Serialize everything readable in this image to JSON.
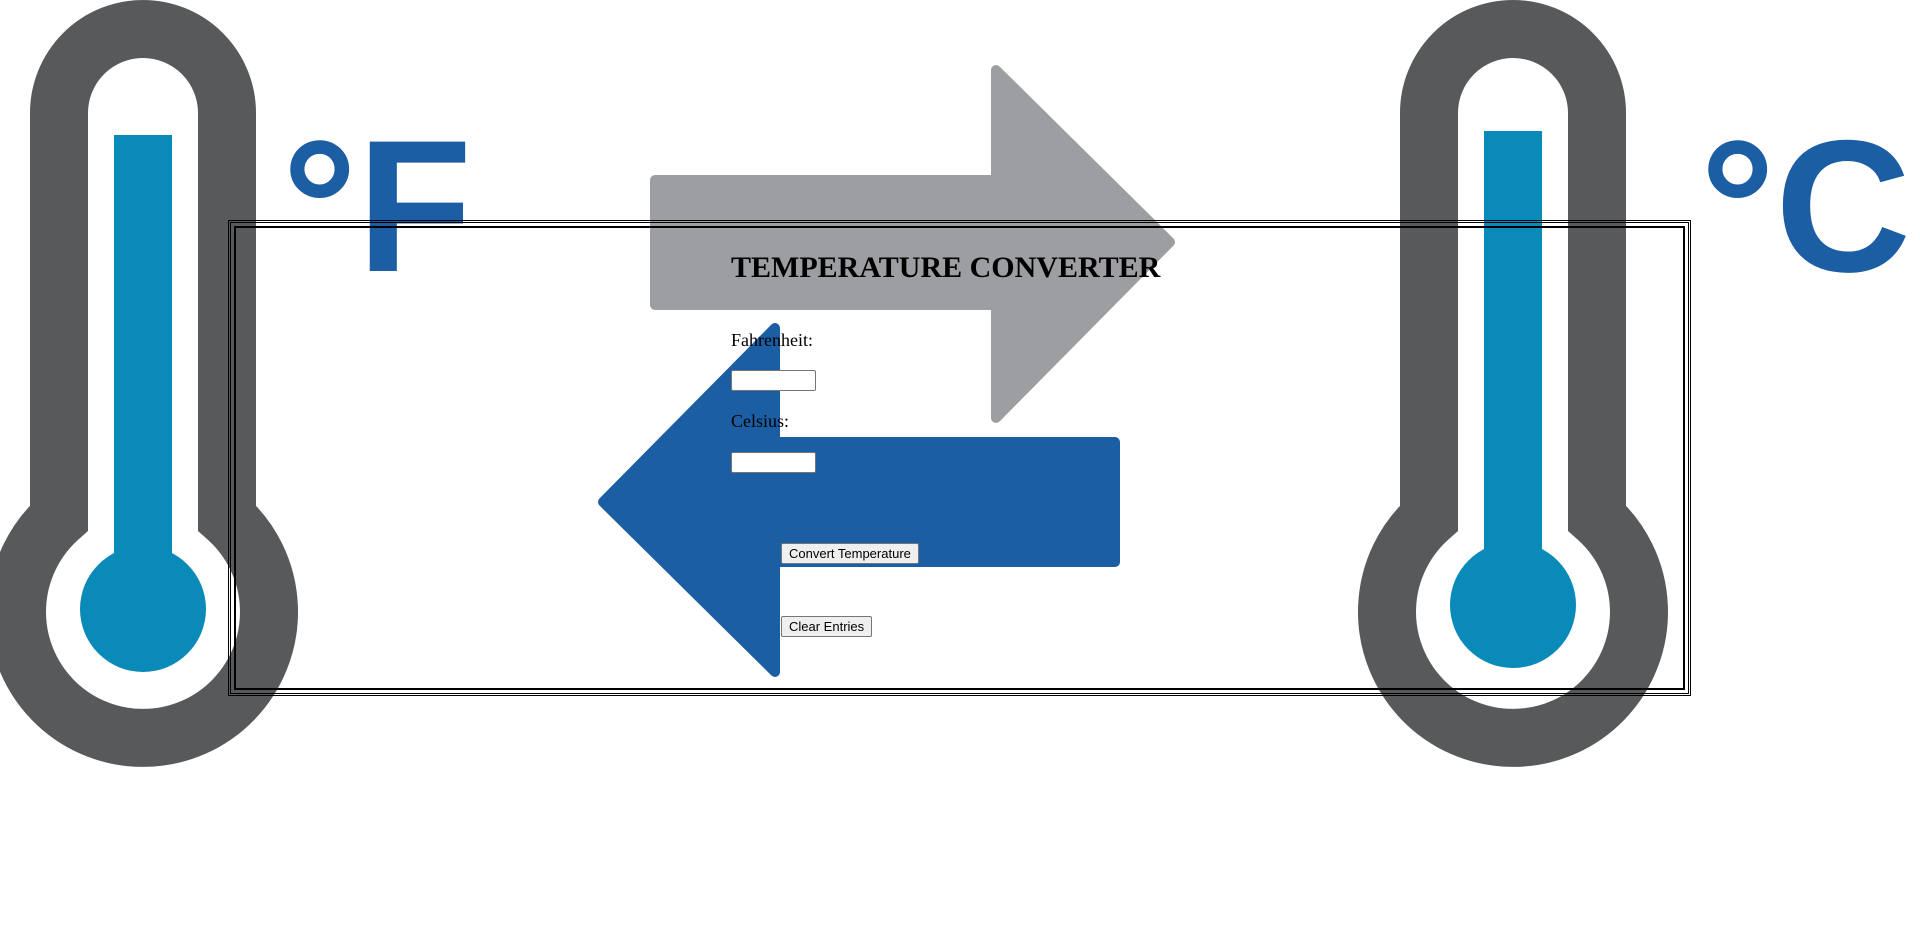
{
  "background": {
    "left_unit": "°F",
    "right_unit": "°C",
    "colors": {
      "thermometer_outline": "#58595b",
      "mercury": "#0a8ab8",
      "unit_text": "#1b5ea3",
      "arrow_right": "#9d9ea1",
      "arrow_left": "#1b5ea3"
    },
    "icons": [
      "thermometer-fahrenheit",
      "thermometer-celsius",
      "arrow-right",
      "arrow-left"
    ]
  },
  "converter": {
    "title": "TEMPERATURE CONVERTER",
    "fahrenheit_label": "Fahrenheit:",
    "fahrenheit_value": "",
    "celsius_label": "Celsius:",
    "celsius_value": "",
    "convert_button": "Convert Temperature",
    "clear_button": "Clear Entries"
  }
}
